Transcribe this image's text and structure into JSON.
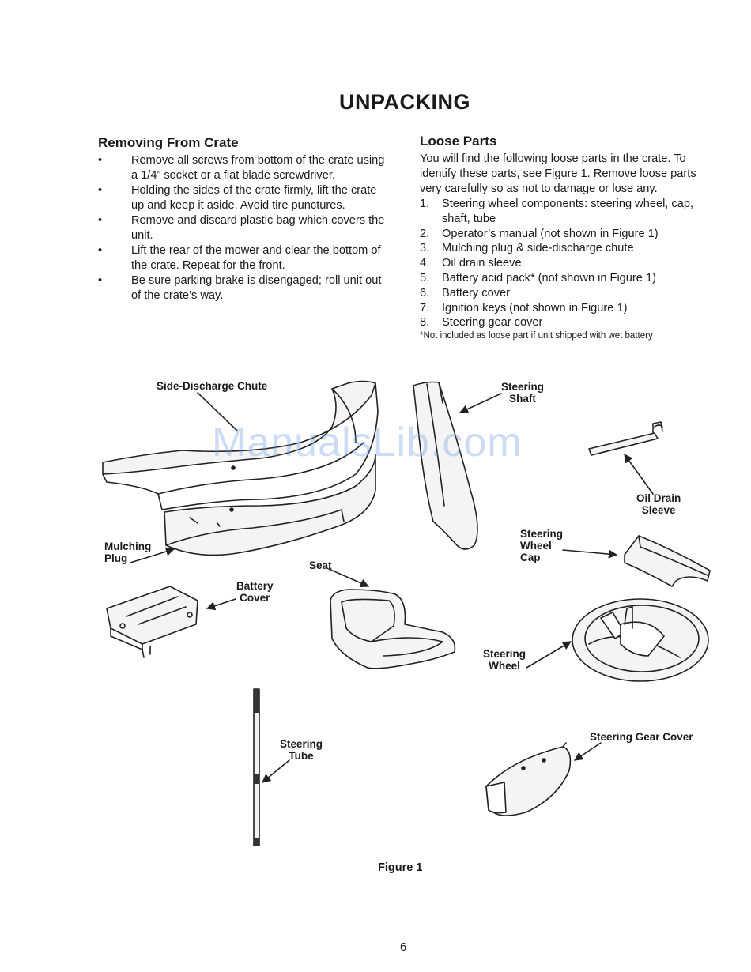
{
  "title": "UNPACKING",
  "removing": {
    "heading": "Removing From Crate",
    "bullet": "•",
    "items": [
      "Remove all screws from bottom of the crate using a 1/4” socket or a flat blade screwdriver.",
      "Holding the sides of the crate firmly, lift the crate up and keep it aside. Avoid tire punctures.",
      "Remove and discard plastic bag which covers the unit.",
      "Lift the rear of the mower and clear the bottom of the crate. Repeat for the front.",
      "Be sure parking brake is disengaged; roll unit out of the crate’s way."
    ]
  },
  "loose": {
    "heading": "Loose Parts",
    "intro": "You will find the following loose parts in the crate. To identify these parts, see Figure 1. Remove loose parts very carefully so as not to damage or lose any.",
    "items": [
      {
        "num": "1.",
        "text": "Steering wheel components: steering wheel, cap, shaft, tube"
      },
      {
        "num": "2.",
        "text": "Operator’s manual (not shown in Figure 1)"
      },
      {
        "num": "3.",
        "text": "Mulching plug & side-discharge chute"
      },
      {
        "num": "4.",
        "text": "Oil drain sleeve"
      },
      {
        "num": "5.",
        "text": "Battery acid pack* (not shown in Figure 1)"
      },
      {
        "num": "6.",
        "text": "Battery cover"
      },
      {
        "num": "7.",
        "text": "Ignition keys (not shown in Figure 1)"
      },
      {
        "num": "8.",
        "text": "Steering gear cover"
      }
    ],
    "footnote": "*Not included as loose part if unit shipped with wet battery"
  },
  "figure": {
    "labels": {
      "chute": "Side-Discharge Chute",
      "shaft": [
        "Steering",
        "Shaft"
      ],
      "oil": [
        "Oil Drain",
        "Sleeve"
      ],
      "cap": [
        "Steering",
        "Wheel",
        "Cap"
      ],
      "mulching": [
        "Mulching",
        "Plug"
      ],
      "seat": "Seat",
      "battery": [
        "Battery",
        "Cover"
      ],
      "wheel": [
        "Steering",
        "Wheel"
      ],
      "tube": [
        "Steering",
        "Tube"
      ],
      "gear": "Steering Gear Cover"
    },
    "caption": "Figure 1"
  },
  "watermark": "ManualsLib.com",
  "page_number": "6"
}
